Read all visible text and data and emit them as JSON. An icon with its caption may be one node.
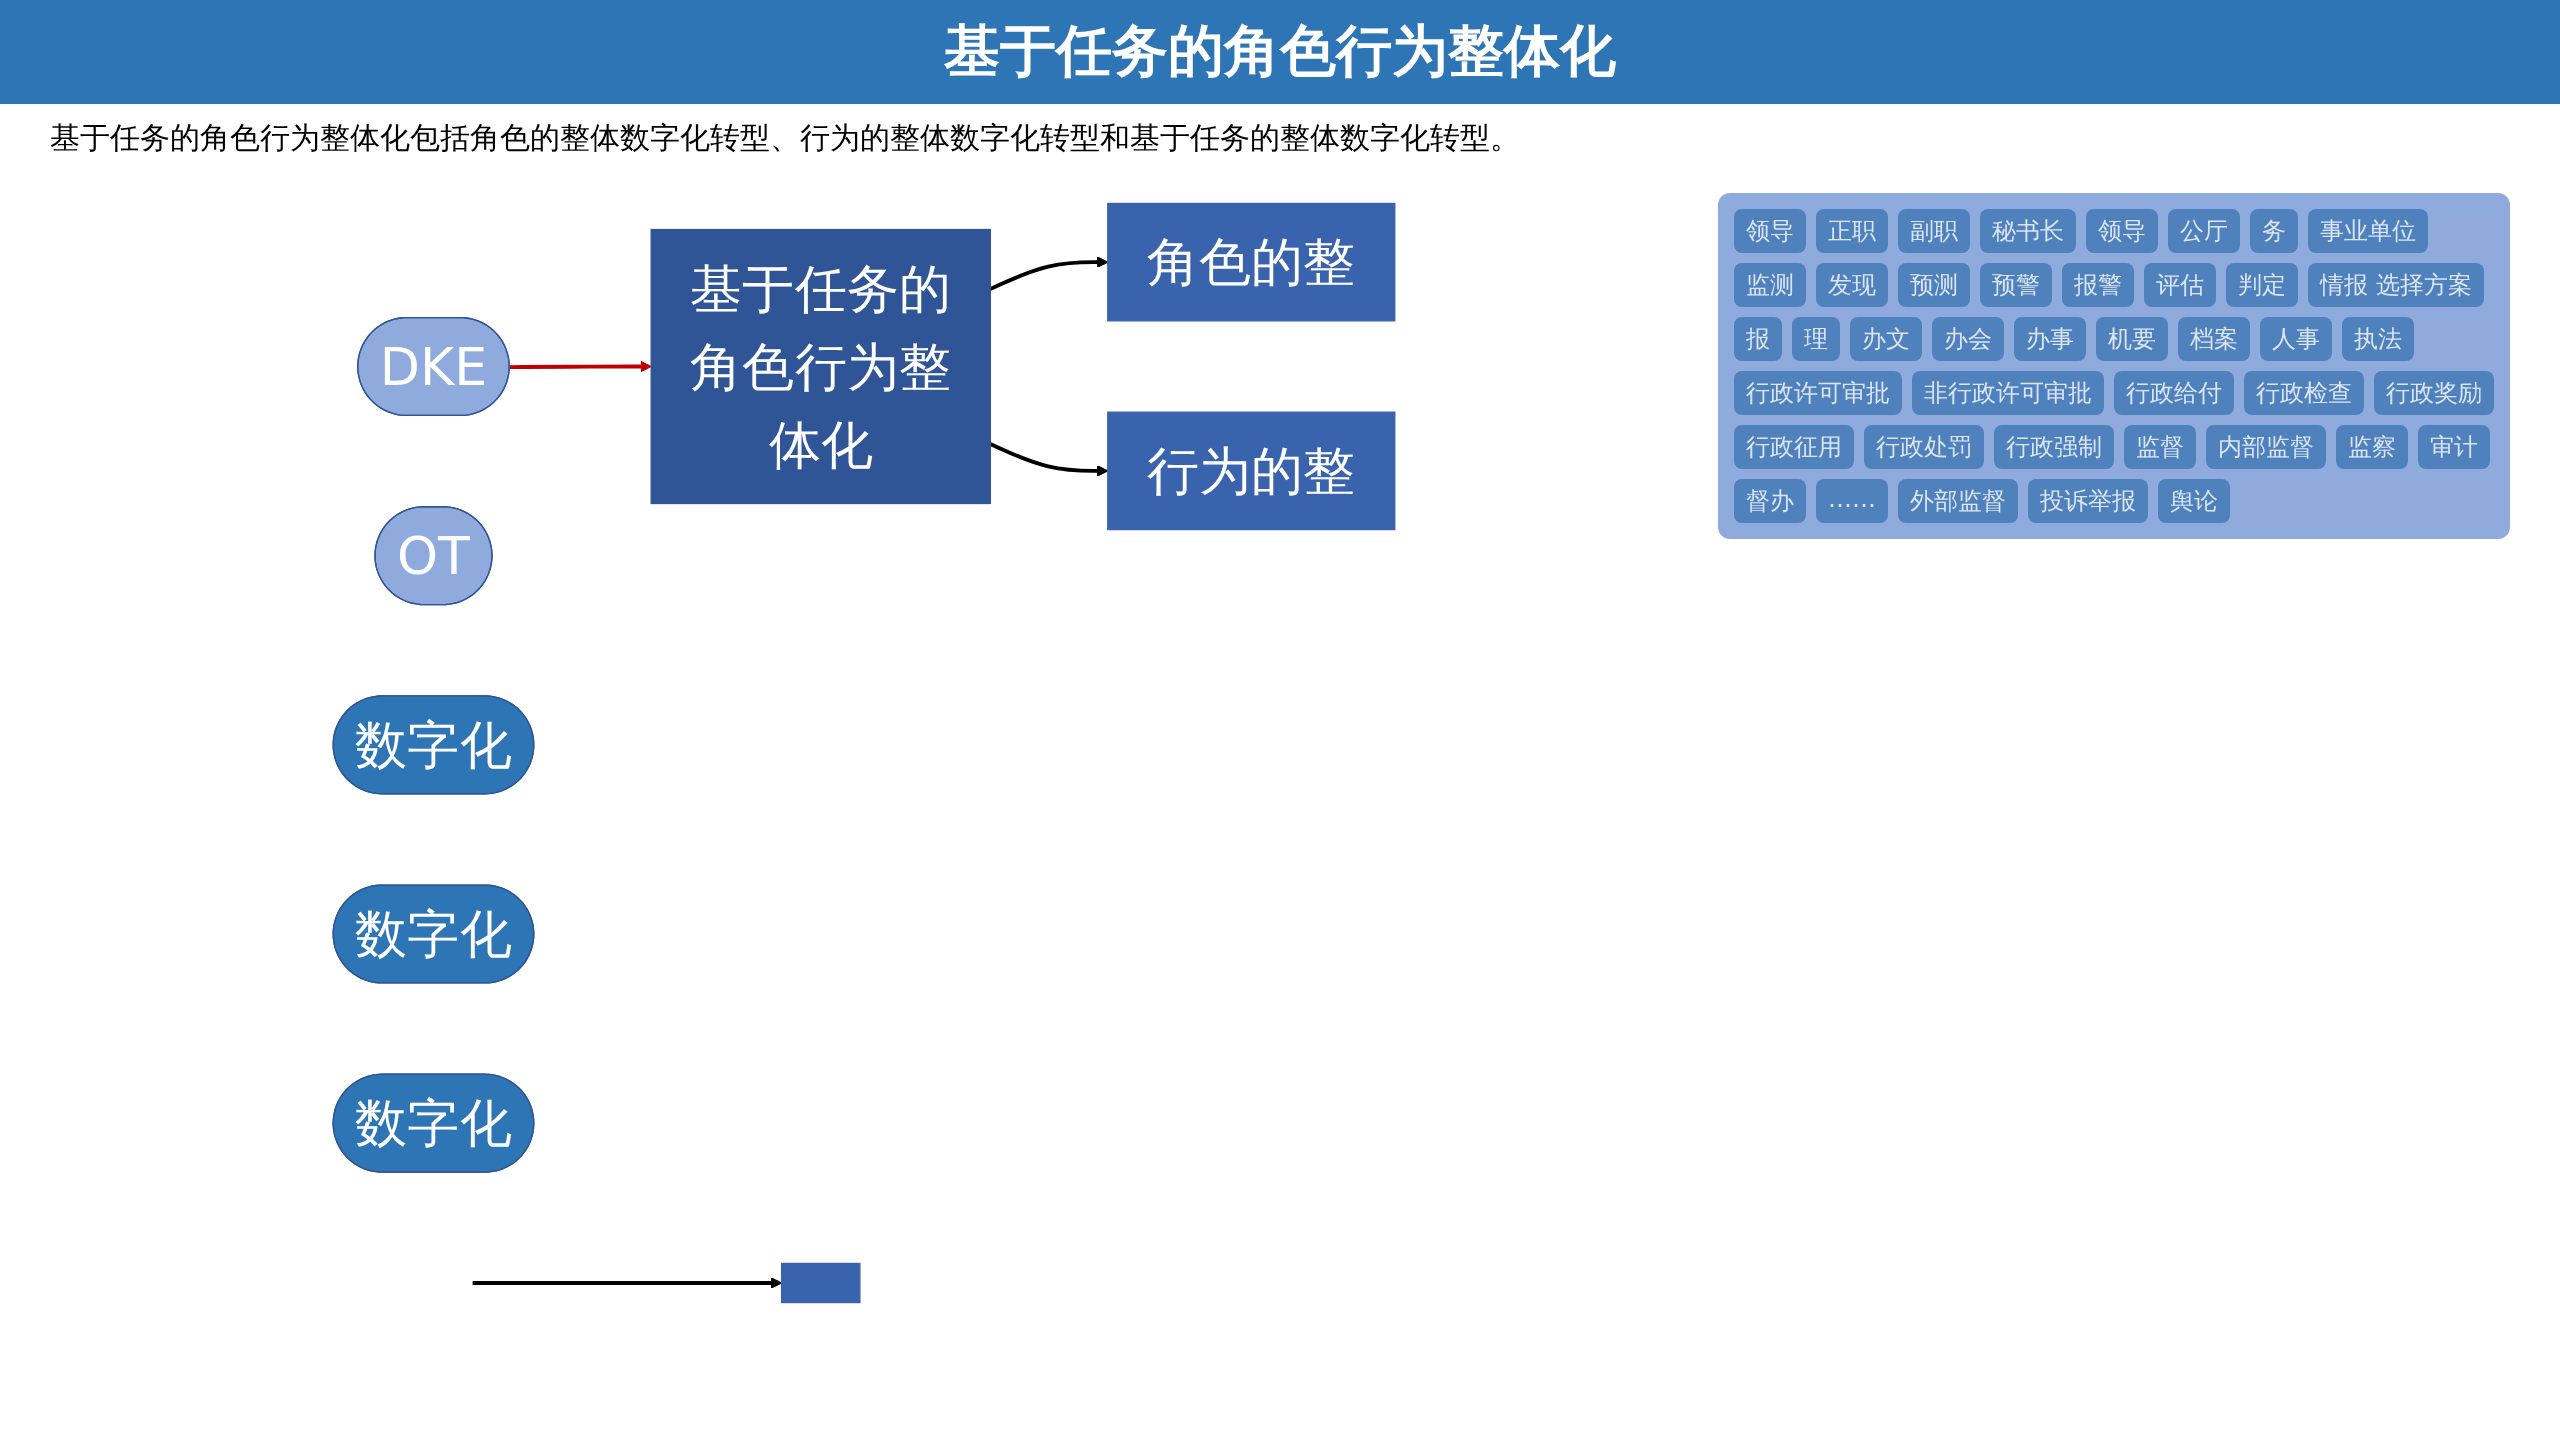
{
  "diagram": {
    "title": "基于任务的角色行为整体化",
    "caption": "基于任务的角色行为整体化包括角色的整体数字化转型、行为的整体数字化转型和基于任务的整体数字化转型。",
    "nodes": [
      {
        "text": [
          "DKE"
        ]
      },
      {
        "text": [
          "基于任务的角色行为整体化"
        ]
      },
      {
        "text": [
          "角色的整"
        ]
      },
      {
        "text": [
          "行为的整"
        ]
      },
      {
        "text": [
          "OT"
        ]
      },
      {
        "text": [
          "数字化"
        ]
      },
      {
        "text": [
          "数字化"
        ]
      },
      {
        "text": [],
        "shape": "box"
      },
      {
        "text": [
          "数字化"
        ]
      }
    ],
    "edges": [
      {
        "from": 0,
        "to": 1,
        "arrow": "to",
        "color": "#c00000"
      },
      {
        "from": 1,
        "to": 2,
        "arrow": "to"
      },
      {
        "from": 1,
        "to": 3,
        "arrow": "to"
      },
      {
        "from": null,
        "to": 7,
        "arrow": "to"
      }
    ],
    "labels": [
      "领导",
      "正职",
      "副职",
      "秘书长",
      "领导",
      "公厅",
      "务",
      "事业单位",
      "监测",
      "发现",
      "预测",
      "预警",
      "报警",
      "评估",
      "判定",
      "情报 选择方案",
      "报",
      "理",
      "办文",
      "办会",
      "办事",
      "机要",
      "档案",
      "人事",
      "执法",
      "行政许可审批",
      "非行政许可审批",
      "行政给付",
      "行政检查",
      "行政奖励",
      "行政征用",
      "行政处罚",
      "行政强制",
      "监督",
      "内部监督",
      "监察",
      "审计",
      "督办",
      "……",
      "外部监督",
      "投诉举报",
      "舆论"
    ]
  }
}
